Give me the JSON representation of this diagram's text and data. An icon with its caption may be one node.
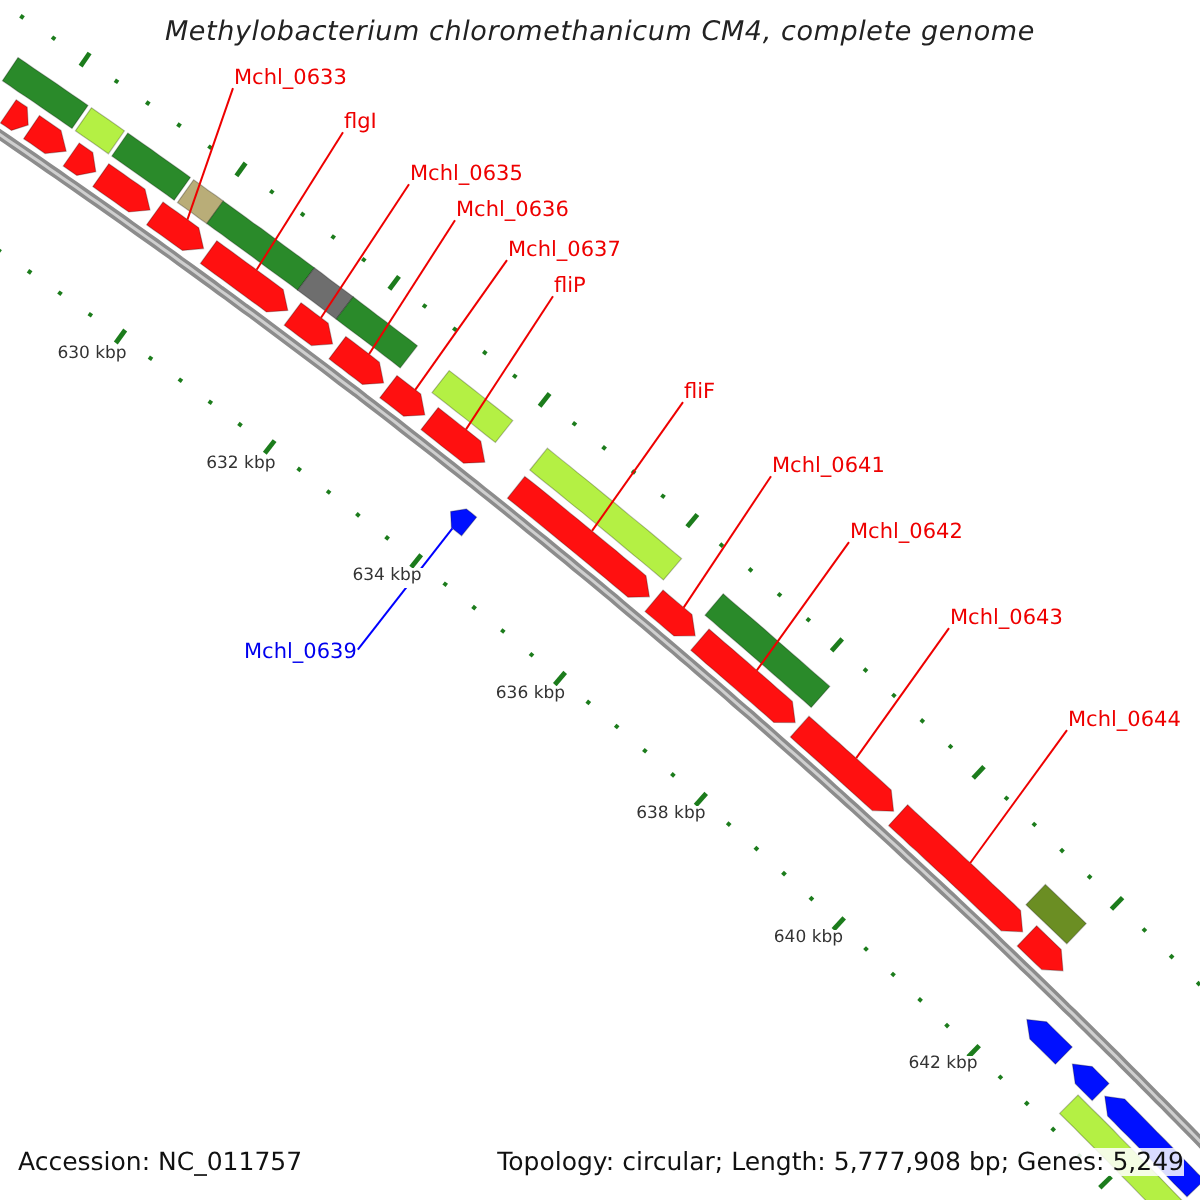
{
  "diagram": {
    "title": "Methylobacterium chloromethanicum CM4, complete genome",
    "nodes": [
      {
        "text": [
          "Mchl_0633"
        ]
      },
      {
        "text": [
          "flgI"
        ]
      },
      {
        "text": [
          "Mchl_0635"
        ]
      },
      {
        "text": [
          "Mchl_0636"
        ]
      },
      {
        "text": [
          "Mchl_0637"
        ]
      },
      {
        "text": [
          "fliP"
        ]
      },
      {
        "text": [
          "fliF"
        ]
      },
      {
        "text": [
          "Mchl_0641"
        ]
      },
      {
        "text": [
          "Mchl_0642"
        ]
      },
      {
        "text": [
          "Mchl_0643"
        ]
      },
      {
        "text": [
          "Mchl_0639"
        ]
      },
      {
        "text": [
          "Mchl_0644"
        ]
      },
      {
        "text": [],
        "shape": "arrow"
      },
      {
        "text": [],
        "shape": "arrow"
      },
      {
        "text": [],
        "shape": "arrow"
      },
      {
        "text": [],
        "shape": "arrow"
      },
      {
        "text": [],
        "shape": "arrow"
      },
      {
        "text": [],
        "shape": "arrow"
      },
      {
        "text": [],
        "shape": "arrow"
      },
      {
        "text": [],
        "shape": "arrow"
      },
      {
        "text": [],
        "shape": "arrow"
      },
      {
        "text": [],
        "shape": "arrow"
      },
      {
        "text": [],
        "shape": "arrow"
      },
      {
        "text": [],
        "shape": "arrow"
      },
      {
        "text": [],
        "shape": "arrow"
      },
      {
        "text": [],
        "shape": "arrow"
      },
      {
        "text": [],
        "shape": "arrow"
      },
      {
        "text": [],
        "shape": "arrow"
      },
      {
        "text": [],
        "shape": "arrow"
      },
      {
        "text": [],
        "shape": "bar"
      },
      {
        "text": [],
        "shape": "bar"
      },
      {
        "text": [],
        "shape": "bar"
      },
      {
        "text": [],
        "shape": "bar"
      },
      {
        "text": [],
        "shape": "bar"
      },
      {
        "text": [],
        "shape": "bar"
      },
      {
        "text": [],
        "shape": "bar"
      },
      {
        "text": [],
        "shape": "bar"
      },
      {
        "text": [],
        "shape": "bar"
      },
      {
        "text": [],
        "shape": "bar"
      },
      {
        "text": [],
        "shape": "bar"
      },
      {
        "text": [],
        "shape": "arrow"
      },
      {
        "text": [],
        "shape": "arrow"
      },
      {
        "text": [],
        "shape": "arrow"
      },
      {
        "text": [],
        "shape": "bar"
      }
    ],
    "edges": [
      {
        "from": 0,
        "to": 12,
        "arrow": "none"
      },
      {
        "from": 1,
        "to": 13,
        "arrow": "none"
      },
      {
        "from": 2,
        "to": 14,
        "arrow": "none"
      },
      {
        "from": 3,
        "to": 15,
        "arrow": "none"
      },
      {
        "from": 4,
        "to": 16,
        "arrow": "none"
      },
      {
        "from": 5,
        "to": 17,
        "arrow": "none"
      },
      {
        "from": 6,
        "to": 18,
        "arrow": "none"
      },
      {
        "from": 7,
        "to": 19,
        "arrow": "none"
      },
      {
        "from": 8,
        "to": 20,
        "arrow": "none"
      },
      {
        "from": 9,
        "to": 21,
        "arrow": "none"
      },
      {
        "from": 10,
        "to": 22,
        "arrow": "none",
        "color": "#0000ff"
      },
      {
        "from": 11,
        "to": 23,
        "arrow": "none"
      }
    ],
    "labels": [
      "630 kbp",
      "632 kbp",
      "634 kbp",
      "636 kbp",
      "638 kbp",
      "640 kbp",
      "642 kbp",
      "Accession: NC_011757",
      "Topology: circular; Length: 5,777,908 bp; Genes: 5,249"
    ]
  }
}
